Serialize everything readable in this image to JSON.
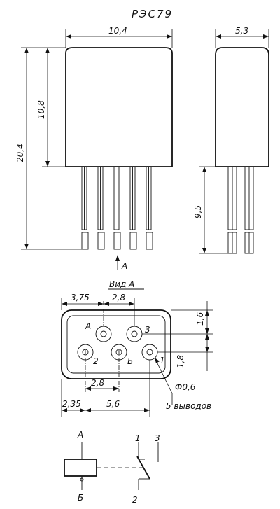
{
  "title": "РЭС79",
  "front": {
    "width": "10,4",
    "body_height": "10,8",
    "total_height": "20,4",
    "view_marker": "A"
  },
  "side": {
    "width": "5,3",
    "lead_length": "9,5"
  },
  "bottom_view": {
    "title": "Вид А",
    "dim_top_left": "3,75",
    "dim_top_right": "2,8",
    "dim_right_top": "1,6",
    "dim_right_bottom": "1,8",
    "dim_bottom_mid": "2,8",
    "dim_bottom_left": "2,35",
    "dim_bottom_right": "5,6",
    "pin_diameter": "Ф0,6",
    "pin_count": "5 выводов",
    "pin_labels": [
      "А",
      "3",
      "2",
      "Б",
      "1"
    ]
  },
  "schematic": {
    "coil_top": "А",
    "coil_bottom": "Б",
    "contact_1": "1",
    "contact_3": "3",
    "contact_2": "2"
  }
}
